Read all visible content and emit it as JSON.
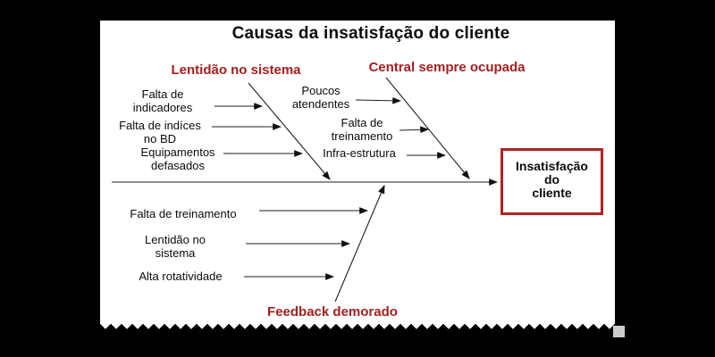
{
  "title": "Causas da insatisfação do cliente",
  "effect": {
    "label": "Insatisfação\ndo\ncliente"
  },
  "branches": {
    "top": [
      {
        "name": "Lentidão no sistema",
        "causes": [
          "Falta de\nindicadores",
          "Falta de indíces\nno BD",
          "Equipamentos\ndefasados"
        ]
      },
      {
        "name": "Central sempre ocupada",
        "causes": [
          "Poucos\natendentes",
          "Falta de\ntreinamento",
          "Infra-estrutura"
        ]
      }
    ],
    "bottom": [
      {
        "name": "Feedback demorado",
        "causes": [
          "Falta de treinamento",
          "Lentidão no\nsistema",
          "Alta rotatividade"
        ]
      }
    ]
  },
  "colors": {
    "background": "#000000",
    "paper": "#ffffff",
    "category_text": "#a32020",
    "effect_border": "#b22222",
    "line": "#1f1f1f"
  }
}
